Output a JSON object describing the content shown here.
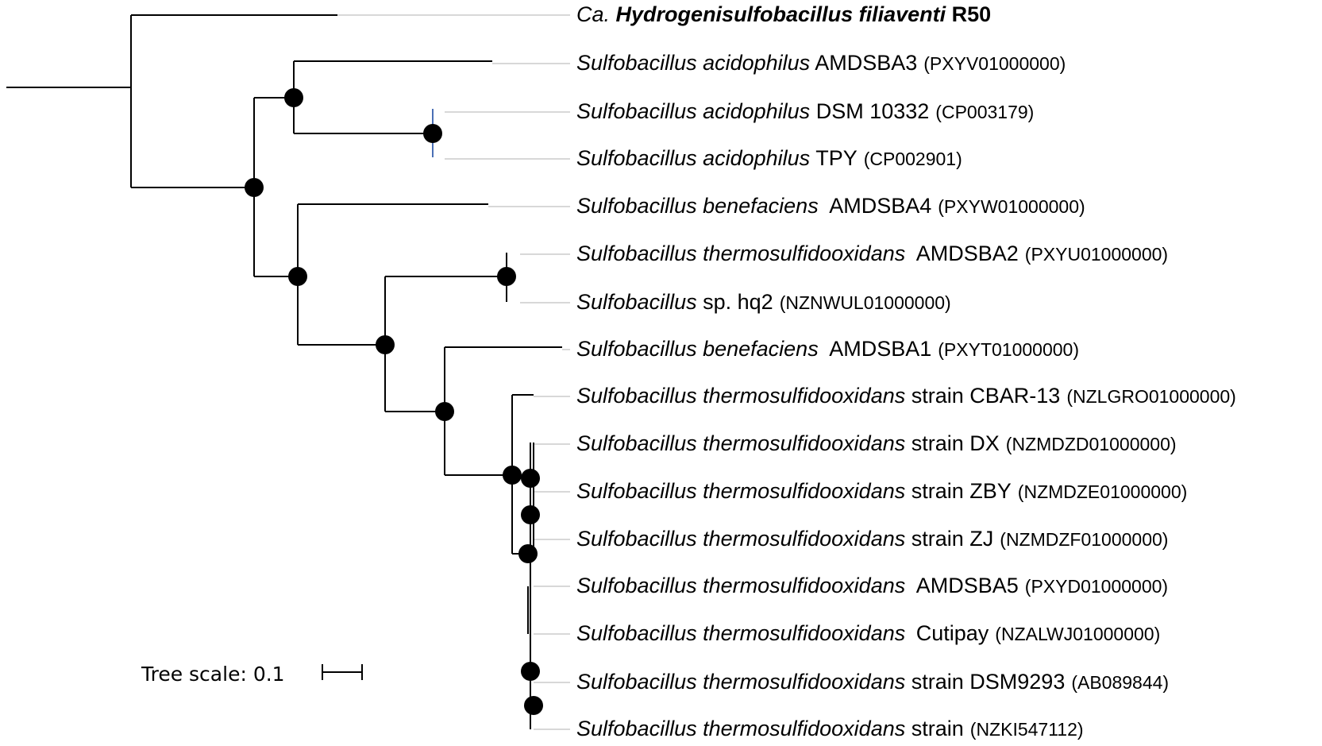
{
  "tree": {
    "scale_label": "Tree scale: 0.1",
    "leaves": [
      {
        "prefix": "Ca.",
        "species": "Hydrogenisulfobacillus filiaventi",
        "strain": "R50",
        "accession": ""
      },
      {
        "species": "Sulfobacillus acidophilus",
        "strain": "AMDSBA3",
        "accession": "(PXYV01000000)"
      },
      {
        "species": "Sulfobacillus acidophilus",
        "strain": "DSM 10332",
        "accession": "(CP003179)"
      },
      {
        "species": "Sulfobacillus acidophilus",
        "strain": "TPY",
        "accession": "(CP002901)"
      },
      {
        "species": "Sulfobacillus benefaciens",
        "strain": "AMDSBA4",
        "accession": "(PXYW01000000)"
      },
      {
        "species": "Sulfobacillus thermosulfidooxidans",
        "strain": "AMDSBA2",
        "accession": "(PXYU01000000)"
      },
      {
        "species": "Sulfobacillus",
        "strain": "sp. hq2",
        "accession": "(NZNWUL01000000)"
      },
      {
        "species": "Sulfobacillus benefaciens",
        "strain": "AMDSBA1",
        "accession": "(PXYT01000000)"
      },
      {
        "species": "Sulfobacillus thermosulfidooxidans",
        "strain": "strain CBAR-13",
        "accession": "(NZLGRO01000000)"
      },
      {
        "species": "Sulfobacillus thermosulfidooxidans",
        "strain": "strain DX",
        "accession": "(NZMDZD01000000)"
      },
      {
        "species": "Sulfobacillus thermosulfidooxidans",
        "strain": "strain ZBY",
        "accession": "(NZMDZE01000000)"
      },
      {
        "species": "Sulfobacillus thermosulfidooxidans",
        "strain": "strain ZJ",
        "accession": "(NZMDZF01000000)"
      },
      {
        "species": "Sulfobacillus thermosulfidooxidans",
        "strain": "AMDSBA5",
        "accession": "(PXYD01000000)"
      },
      {
        "species": "Sulfobacillus thermosulfidooxidans",
        "strain": "Cutipay",
        "accession": "(NZALWJ01000000)"
      },
      {
        "species": "Sulfobacillus thermosulfidooxidans",
        "strain": "strain DSM9293",
        "accession": "(AB089844)"
      },
      {
        "species": "Sulfobacillus thermosulfidooxidans",
        "strain": "strain",
        "accession": "(NZKI547112)"
      }
    ],
    "colors": {
      "branch": "#000000",
      "guide": "#cccccc",
      "highlight": "#4a6fb5"
    }
  }
}
